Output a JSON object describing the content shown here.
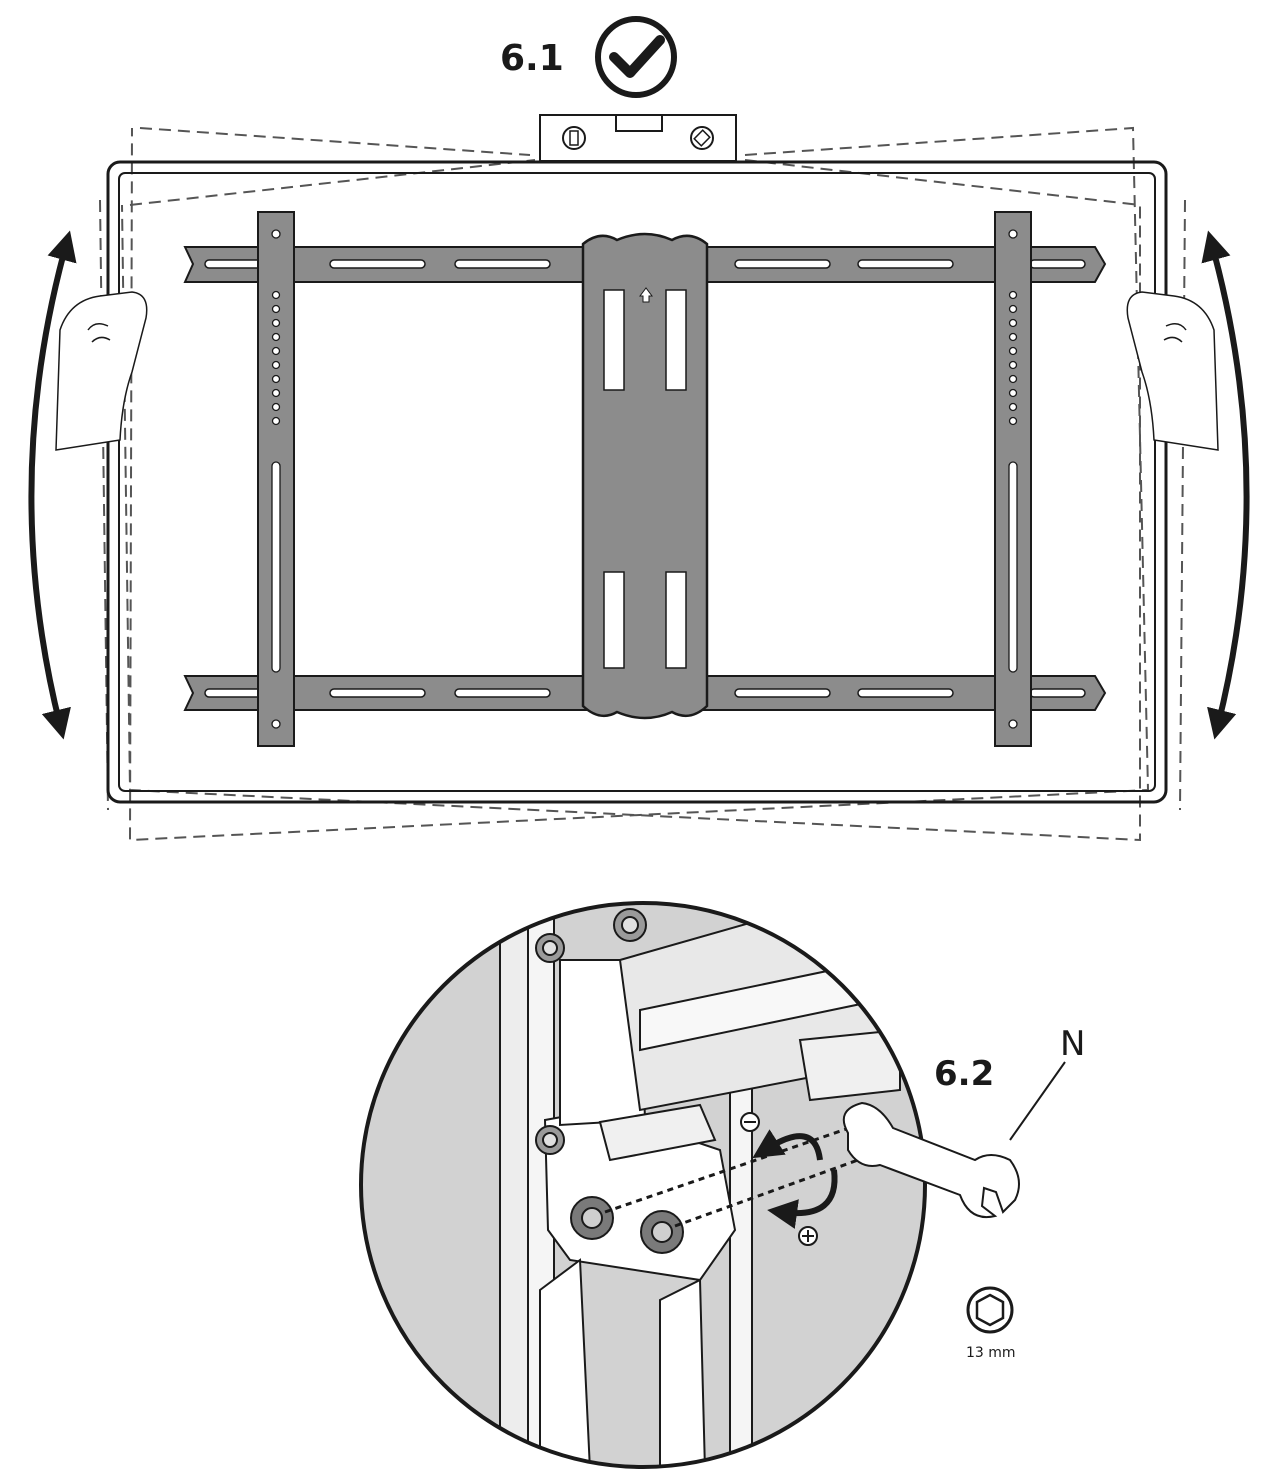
{
  "steps": {
    "step1": "6.1",
    "step2": "6.2"
  },
  "parts": {
    "wrench": "N"
  },
  "tool": {
    "socket_size": "13 mm",
    "icon": "hex-socket-icon"
  },
  "icons": {
    "confirm": "check-circle-icon",
    "level": "spirit-level-icon",
    "loosen": "minus-circle-icon",
    "tighten": "plus-circle-icon"
  },
  "colors": {
    "line": "#1a1a1a",
    "plate": "#8c8c8c",
    "detail_fill": "#d2d2d2"
  }
}
